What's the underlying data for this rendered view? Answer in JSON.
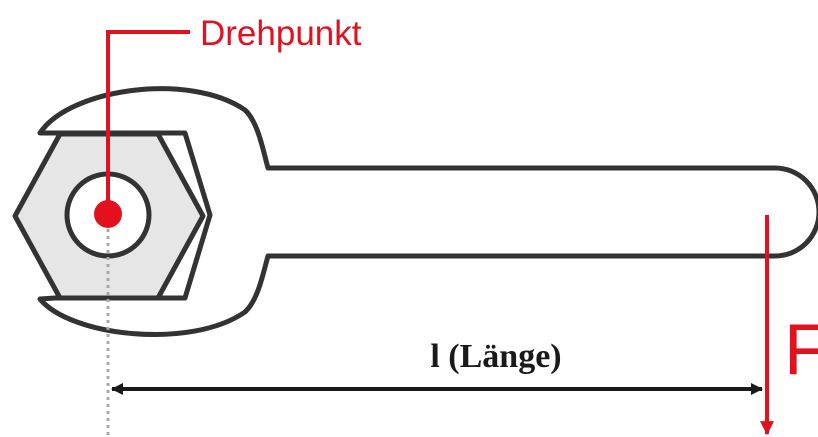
{
  "labels": {
    "pivot": "Drehpunkt",
    "length": "l (Länge)",
    "force": "F"
  },
  "colors": {
    "accent": "#e3101d",
    "outline": "#333333",
    "nut_fill": "#e6e6e6",
    "dim_line": "#1a1a1a",
    "axis_dots": "#a8a8a8"
  }
}
